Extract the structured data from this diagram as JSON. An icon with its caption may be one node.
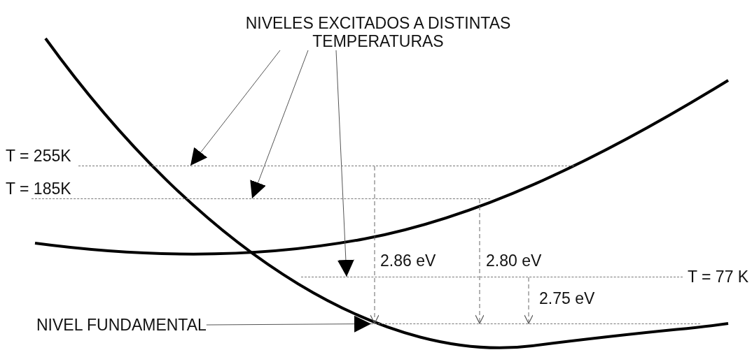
{
  "diagram": {
    "nodes": [
      {
        "text": [
          "NIVELES EXCITADOS A DISTINTAS TEMPERATURAS"
        ]
      },
      {
        "text": [],
        "shape": "bar",
        "beside": [
          "T = 255K"
        ]
      },
      {
        "text": [],
        "shape": "bar",
        "beside": [
          "T = 185K"
        ]
      },
      {
        "text": [],
        "shape": "bar",
        "beside": [
          "T = 77 K"
        ]
      },
      {
        "text": [
          "NIVEL FUNDAMENTAL"
        ]
      },
      {
        "text": [],
        "shape": "bar"
      }
    ],
    "edges": [
      {
        "from": 0,
        "to": 1,
        "arrow": "to"
      },
      {
        "from": 0,
        "to": 2,
        "arrow": "to"
      },
      {
        "from": 0,
        "to": 3,
        "arrow": "to"
      },
      {
        "from": 4,
        "to": 5,
        "arrow": "to"
      },
      {
        "from": 1,
        "to": 5,
        "arrow": "to",
        "label": "2.86 eV",
        "style": "dashed"
      },
      {
        "from": 2,
        "to": 5,
        "arrow": "to",
        "label": "2.80 eV",
        "style": "dashed"
      },
      {
        "from": 3,
        "to": 5,
        "arrow": "to",
        "label": "2.75 eV",
        "style": "dashed"
      }
    ]
  }
}
